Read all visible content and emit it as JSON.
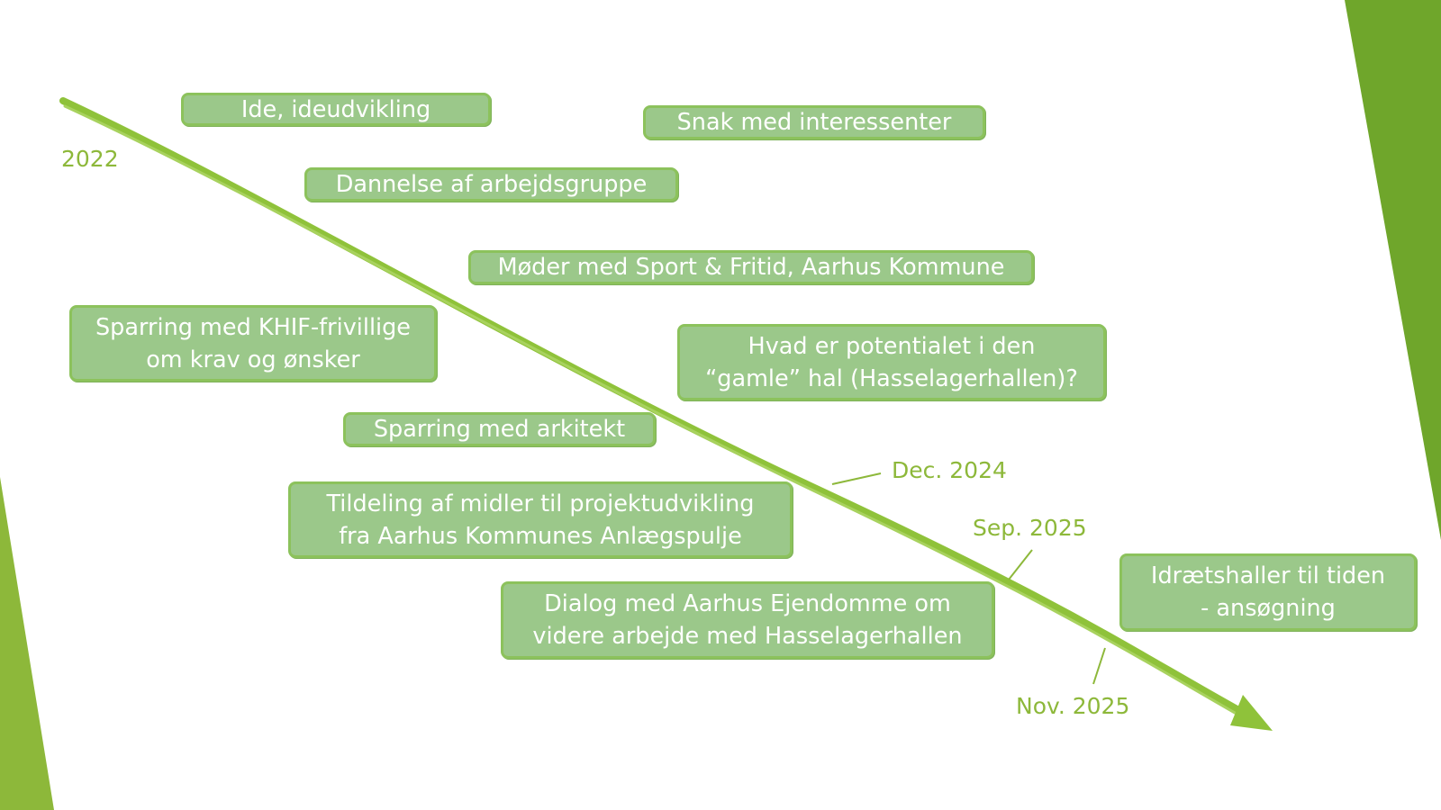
{
  "colors": {
    "accent": "#8db83a",
    "box_fill": "#9bc88a",
    "box_border": "#8cc25c",
    "arrow": "#8fc23a",
    "band_right": "#6fa62b",
    "band_left": "#8db83a",
    "text": "#ffffff"
  },
  "dates": {
    "d2022": "2022",
    "dec2024": "Dec. 2024",
    "sep2025": "Sep. 2025",
    "nov2025": "Nov. 2025"
  },
  "milestones": {
    "ide": "Ide, ideudvikling",
    "interessenter": "Snak med interessenter",
    "arbejdsgruppe": "Dannelse af arbejdsgruppe",
    "moeder": "Møder med Sport & Fritid, Aarhus Kommune",
    "sparring_frivillige": [
      "Sparring med KHIF-frivillige",
      "om krav og ønsker"
    ],
    "potentiale": [
      "Hvad er potentialet i den",
      "“gamle” hal (Hasselagerhallen)?"
    ],
    "arkitekt": "Sparring med arkitekt",
    "tildeling": [
      "Tildeling af midler til projektudvikling",
      "fra Aarhus Kommunes Anlægspulje"
    ],
    "dialog": [
      "Dialog med Aarhus Ejendomme om",
      "videre arbejde med Hasselagerhallen"
    ],
    "idraetshaller": [
      "Idrætshaller til tiden",
      "- ansøgning"
    ]
  }
}
